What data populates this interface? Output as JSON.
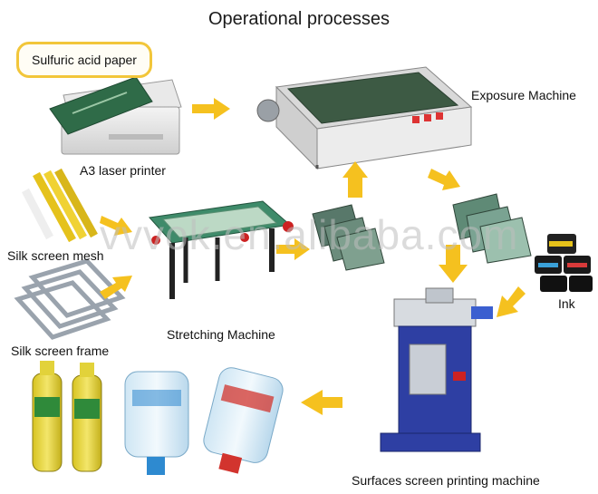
{
  "title": "Operational processes",
  "callout": "Sulfuric acid paper",
  "labels": {
    "printer": "A3 laser printer",
    "exposure": "Exposure Machine",
    "mesh": "Silk screen mesh",
    "frame": "Silk screen frame",
    "stretching": "Stretching Machine",
    "ink": "Ink",
    "printing": "Surfaces screen printing machine"
  },
  "watermark": "vvvok.en.alibaba.com",
  "colors": {
    "arrow": "#f5c11f",
    "machine_blue": "#2e3fa3",
    "frame_green": "#3f7a5a"
  }
}
